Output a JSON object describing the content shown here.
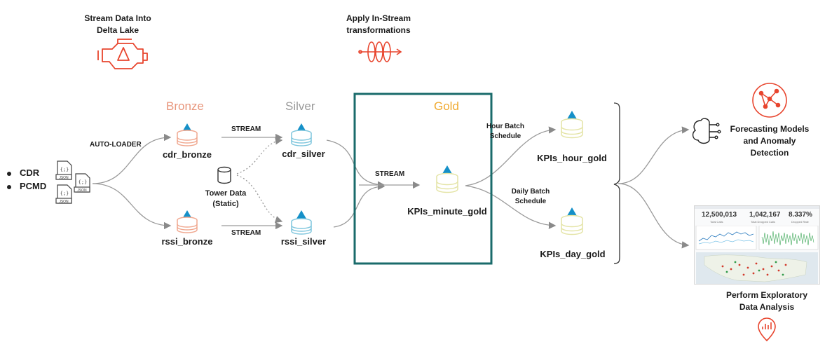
{
  "steps": {
    "ingest": "Stream Data Into\nDelta Lake",
    "transform": "Apply In-Stream\ntransformations"
  },
  "tiers": {
    "bronze": "Bronze",
    "silver": "Silver",
    "gold": "Gold"
  },
  "sources": [
    "CDR",
    "PCMD"
  ],
  "file_icon_text": "JSON",
  "edges": {
    "autoloader": "AUTO-LOADER",
    "stream_top": "STREAM",
    "stream_bottom": "STREAM",
    "stream_gold": "STREAM",
    "hour_batch": "Hour Batch\nSchedule",
    "daily_batch": "Daily Batch\nSchedule"
  },
  "tables": {
    "cdr_bronze": "cdr_bronze",
    "rssi_bronze": "rssi_bronze",
    "cdr_silver": "cdr_silver",
    "rssi_silver": "rssi_silver",
    "kpis_minute": "KPIs_minute_gold",
    "kpis_hour": "KPIs_hour_gold",
    "kpis_day": "KPIs_day_gold"
  },
  "tower": "Tower Data\n(Static)",
  "outputs": {
    "forecast": "Forecasting Models\nand Anomaly\nDetection",
    "eda": "Perform Exploratory\nData Analysis"
  },
  "dashboard": {
    "kpis": [
      {
        "value": "12,500,013",
        "label": "Total Calls"
      },
      {
        "value": "1,042,167",
        "label": "Total Dropped Calls"
      },
      {
        "value": "8.337%",
        "label": "Dropped Rate"
      }
    ]
  },
  "colors": {
    "bronze": "#e8967c",
    "silver": "#9a9a9a",
    "gold": "#f0a92e",
    "gold_box": "#1a6b6b",
    "accent_red": "#e8452e",
    "delta_blue": "#1590c8",
    "bronze_stack": "#f0a890",
    "silver_stack": "#7fc6dd",
    "gold_stack": "#e4e4a6"
  },
  "icons": [
    "engine-icon",
    "transform-coil-icon",
    "network-icon",
    "brain-icon",
    "chart-pin-icon",
    "database-icon",
    "delta-icon",
    "json-file-icon"
  ]
}
